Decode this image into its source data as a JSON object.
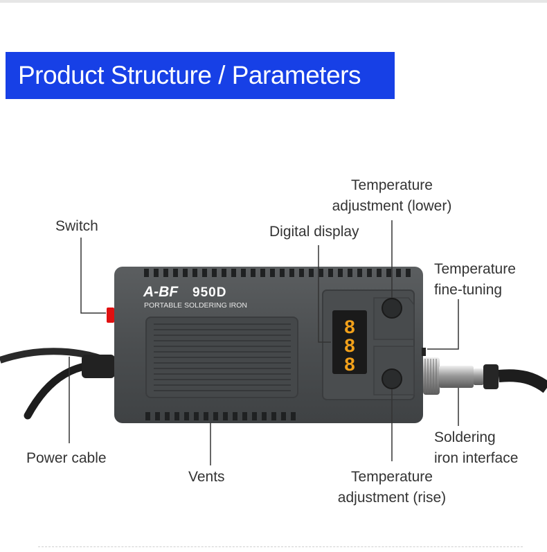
{
  "banner": {
    "title": "Product Structure / Parameters"
  },
  "device": {
    "brand": "A-BF",
    "model": "950D",
    "subtitle": "PORTABLE SOLDERING IRON",
    "display_digits": [
      "8",
      "8",
      "8"
    ],
    "display_color": "#f2a11a",
    "body_color": "#4b4e50",
    "switch_color": "#e01010"
  },
  "labels": {
    "switch": "Switch",
    "power_cable": "Power cable",
    "vents": "Vents",
    "digital_display": "Digital display",
    "temp_lower": [
      "Temperature",
      "adjustment (lower)"
    ],
    "temp_fine": [
      "Temperature",
      "fine-tuning"
    ],
    "temp_rise": [
      "Temperature",
      "adjustment (rise)"
    ],
    "iron_interface": [
      "Soldering",
      "iron interface"
    ]
  },
  "colors": {
    "accent": "#1740e6",
    "text": "#333333"
  }
}
